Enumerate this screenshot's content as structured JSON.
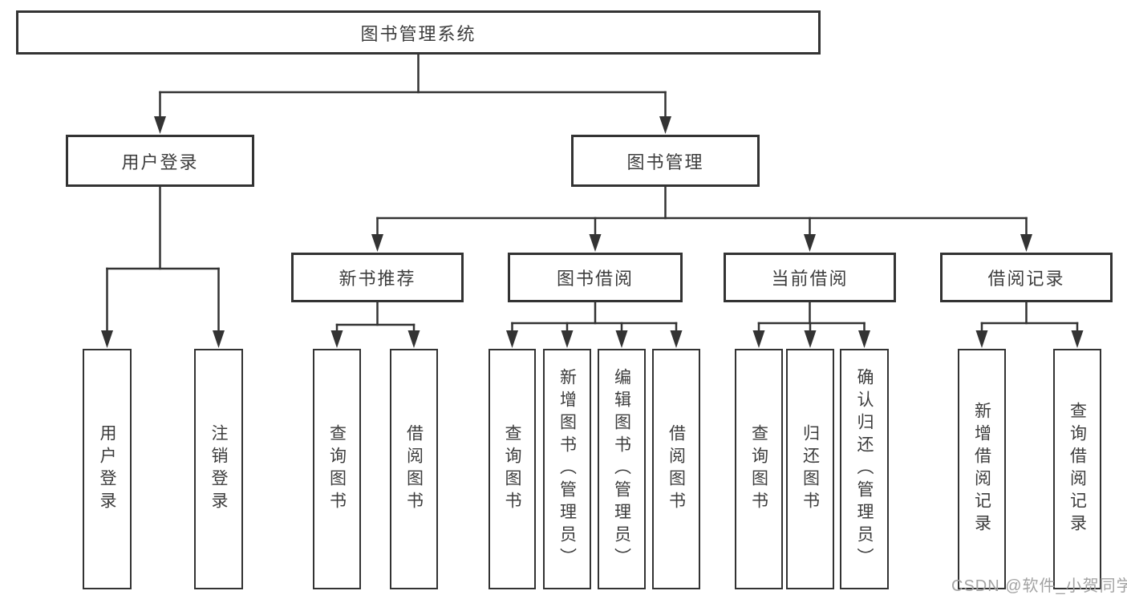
{
  "colors": {
    "line": "#333333",
    "text": "#3d3d3d",
    "watermark": "#a3a3a3",
    "background": "#ffffff"
  },
  "watermark": {
    "text": "CSDN @软件_小贺同学"
  },
  "diagram": {
    "type": "tree",
    "title": "图书管理系统",
    "nodes": [
      {
        "id": "root",
        "label": "图书管理系统",
        "parent": null
      },
      {
        "id": "user-login",
        "label": "用户登录",
        "parent": "root"
      },
      {
        "id": "book-mgmt",
        "label": "图书管理",
        "parent": "root"
      },
      {
        "id": "new-book-rec",
        "label": "新书推荐",
        "parent": "book-mgmt"
      },
      {
        "id": "book-borrow",
        "label": "图书借阅",
        "parent": "book-mgmt"
      },
      {
        "id": "current-borrow",
        "label": "当前借阅",
        "parent": "book-mgmt"
      },
      {
        "id": "borrow-records",
        "label": "借阅记录",
        "parent": "book-mgmt"
      },
      {
        "id": "leaf-user-login",
        "label": "用户登录",
        "parent": "user-login"
      },
      {
        "id": "leaf-logout",
        "label": "注销登录",
        "parent": "user-login"
      },
      {
        "id": "leaf-query-book-1",
        "label": "查询图书",
        "parent": "new-book-rec"
      },
      {
        "id": "leaf-borrow-book-1",
        "label": "借阅图书",
        "parent": "new-book-rec"
      },
      {
        "id": "leaf-query-book-2",
        "label": "查询图书",
        "parent": "book-borrow"
      },
      {
        "id": "leaf-add-book",
        "label": "新增图书（管理员）",
        "parent": "book-borrow"
      },
      {
        "id": "leaf-edit-book",
        "label": "编辑图书（管理员）",
        "parent": "book-borrow"
      },
      {
        "id": "leaf-borrow-book-2",
        "label": "借阅图书",
        "parent": "book-borrow"
      },
      {
        "id": "leaf-query-book-3",
        "label": "查询图书",
        "parent": "current-borrow"
      },
      {
        "id": "leaf-return-book",
        "label": "归还图书",
        "parent": "current-borrow"
      },
      {
        "id": "leaf-confirm-return",
        "label": "确认归还（管理员）",
        "parent": "current-borrow"
      },
      {
        "id": "leaf-add-borrow-record",
        "label": "新增借阅记录",
        "parent": "borrow-records"
      },
      {
        "id": "leaf-query-borrow-record",
        "label": "查询借阅记录",
        "parent": "borrow-records"
      }
    ]
  }
}
